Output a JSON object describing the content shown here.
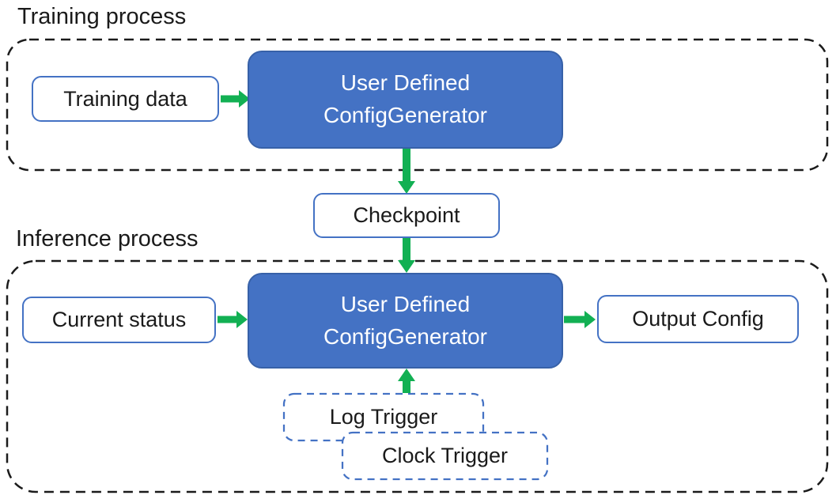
{
  "training": {
    "title": "Training process",
    "input": "Training data",
    "generator": "User Defined\nConfigGenerator"
  },
  "checkpoint": "Checkpoint",
  "inference": {
    "title": "Inference process",
    "input": "Current status",
    "generator": "User Defined\nConfigGenerator",
    "output": "Output Config",
    "log_trigger": "Log Trigger",
    "clock_trigger": "Clock Trigger"
  },
  "colors": {
    "node_fill_blue": "#4472C4",
    "node_border_blue": "#3761A8",
    "white_node_border": "#4472C4",
    "trigger_dash_blue": "#4472C4",
    "arrow_green": "#12B053",
    "container_dash_black": "#1b1b1b",
    "text": "#1a1a1a"
  }
}
